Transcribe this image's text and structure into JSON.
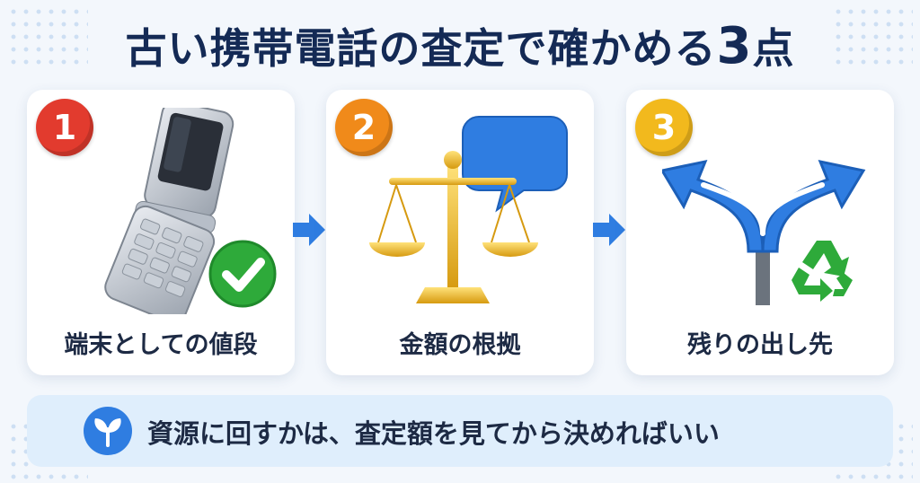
{
  "title": {
    "main": "古い携帯電話の査定で確かめる",
    "number": "3",
    "suffix": "点"
  },
  "cards": [
    {
      "badge": "1",
      "label": "端末としての値段",
      "icon": "flip-phone-check-icon"
    },
    {
      "badge": "2",
      "label": "金額の根拠",
      "icon": "scale-speech-bubble-icon"
    },
    {
      "badge": "3",
      "label": "残りの出し先",
      "icon": "fork-sign-recycle-icon"
    }
  ],
  "banner": {
    "text": "資源に回すかは、査定額を見てから決めればいい",
    "icon": "leaf-icon"
  },
  "colors": {
    "title": "#142a55",
    "accent": "#2f7de1",
    "badge1": "#e23b2e",
    "badge2": "#f08a1a",
    "badge3": "#f2b91d"
  }
}
